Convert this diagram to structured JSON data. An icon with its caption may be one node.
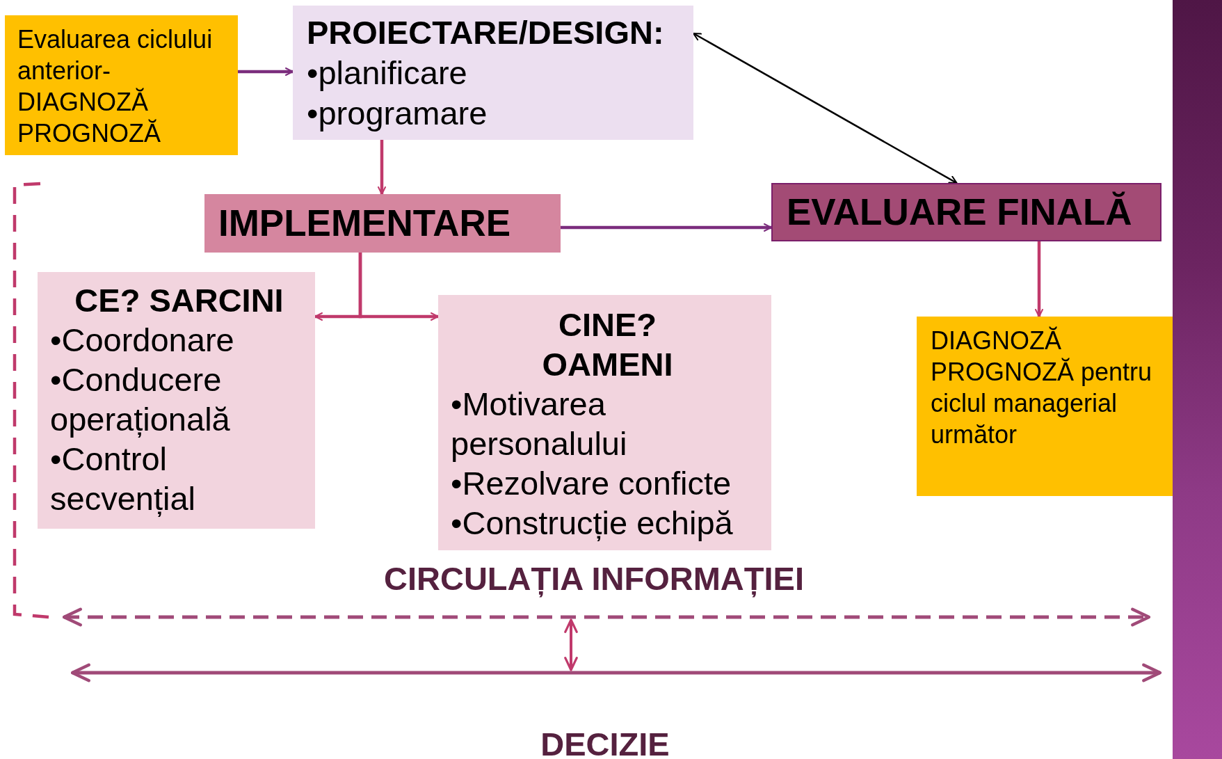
{
  "diagram": {
    "nodes": [
      {
        "text": [
          "Evaluarea ciclului anterior- DIAGNOZĂ PROGNOZĂ"
        ]
      },
      {
        "text": [
          "PROIECTARE/DESIGN:",
          "•planificare",
          "•programare"
        ]
      },
      {
        "text": [
          "IMPLEMENTARE"
        ]
      },
      {
        "text": [
          "EVALUARE FINALĂ"
        ]
      },
      {
        "text": [
          "CE? SARCINI",
          "•Coordonare",
          "•Conducere operațională",
          "•Control secvențial"
        ]
      },
      {
        "text": [
          "CINE? OAMENI",
          "•Motivarea personalului",
          "•Rezolvare conficte",
          "•Construcție echipă"
        ]
      },
      {
        "text": [
          "DIAGNOZĂ PROGNOZĂ pentru ciclul managerial următor"
        ]
      },
      {
        "text": [],
        "shape": "bar"
      }
    ],
    "edges": [
      {
        "from": 0,
        "to": 1,
        "arrow": "to",
        "color": "#7b2d7d"
      },
      {
        "from": 1,
        "to": 3,
        "arrow": "both",
        "color": "#000000"
      },
      {
        "from": 1,
        "to": 2,
        "arrow": "to"
      },
      {
        "from": 2,
        "to": 3,
        "arrow": "to",
        "color": "#7b2d7d"
      },
      {
        "from": 2,
        "to": 4,
        "arrow": "to"
      },
      {
        "from": 2,
        "to": 5,
        "arrow": "to"
      },
      {
        "from": 3,
        "to": 6,
        "arrow": "to"
      }
    ],
    "labels": [
      "CIRCULAȚIA INFORMAȚIEI",
      "DECIZIE"
    ]
  }
}
